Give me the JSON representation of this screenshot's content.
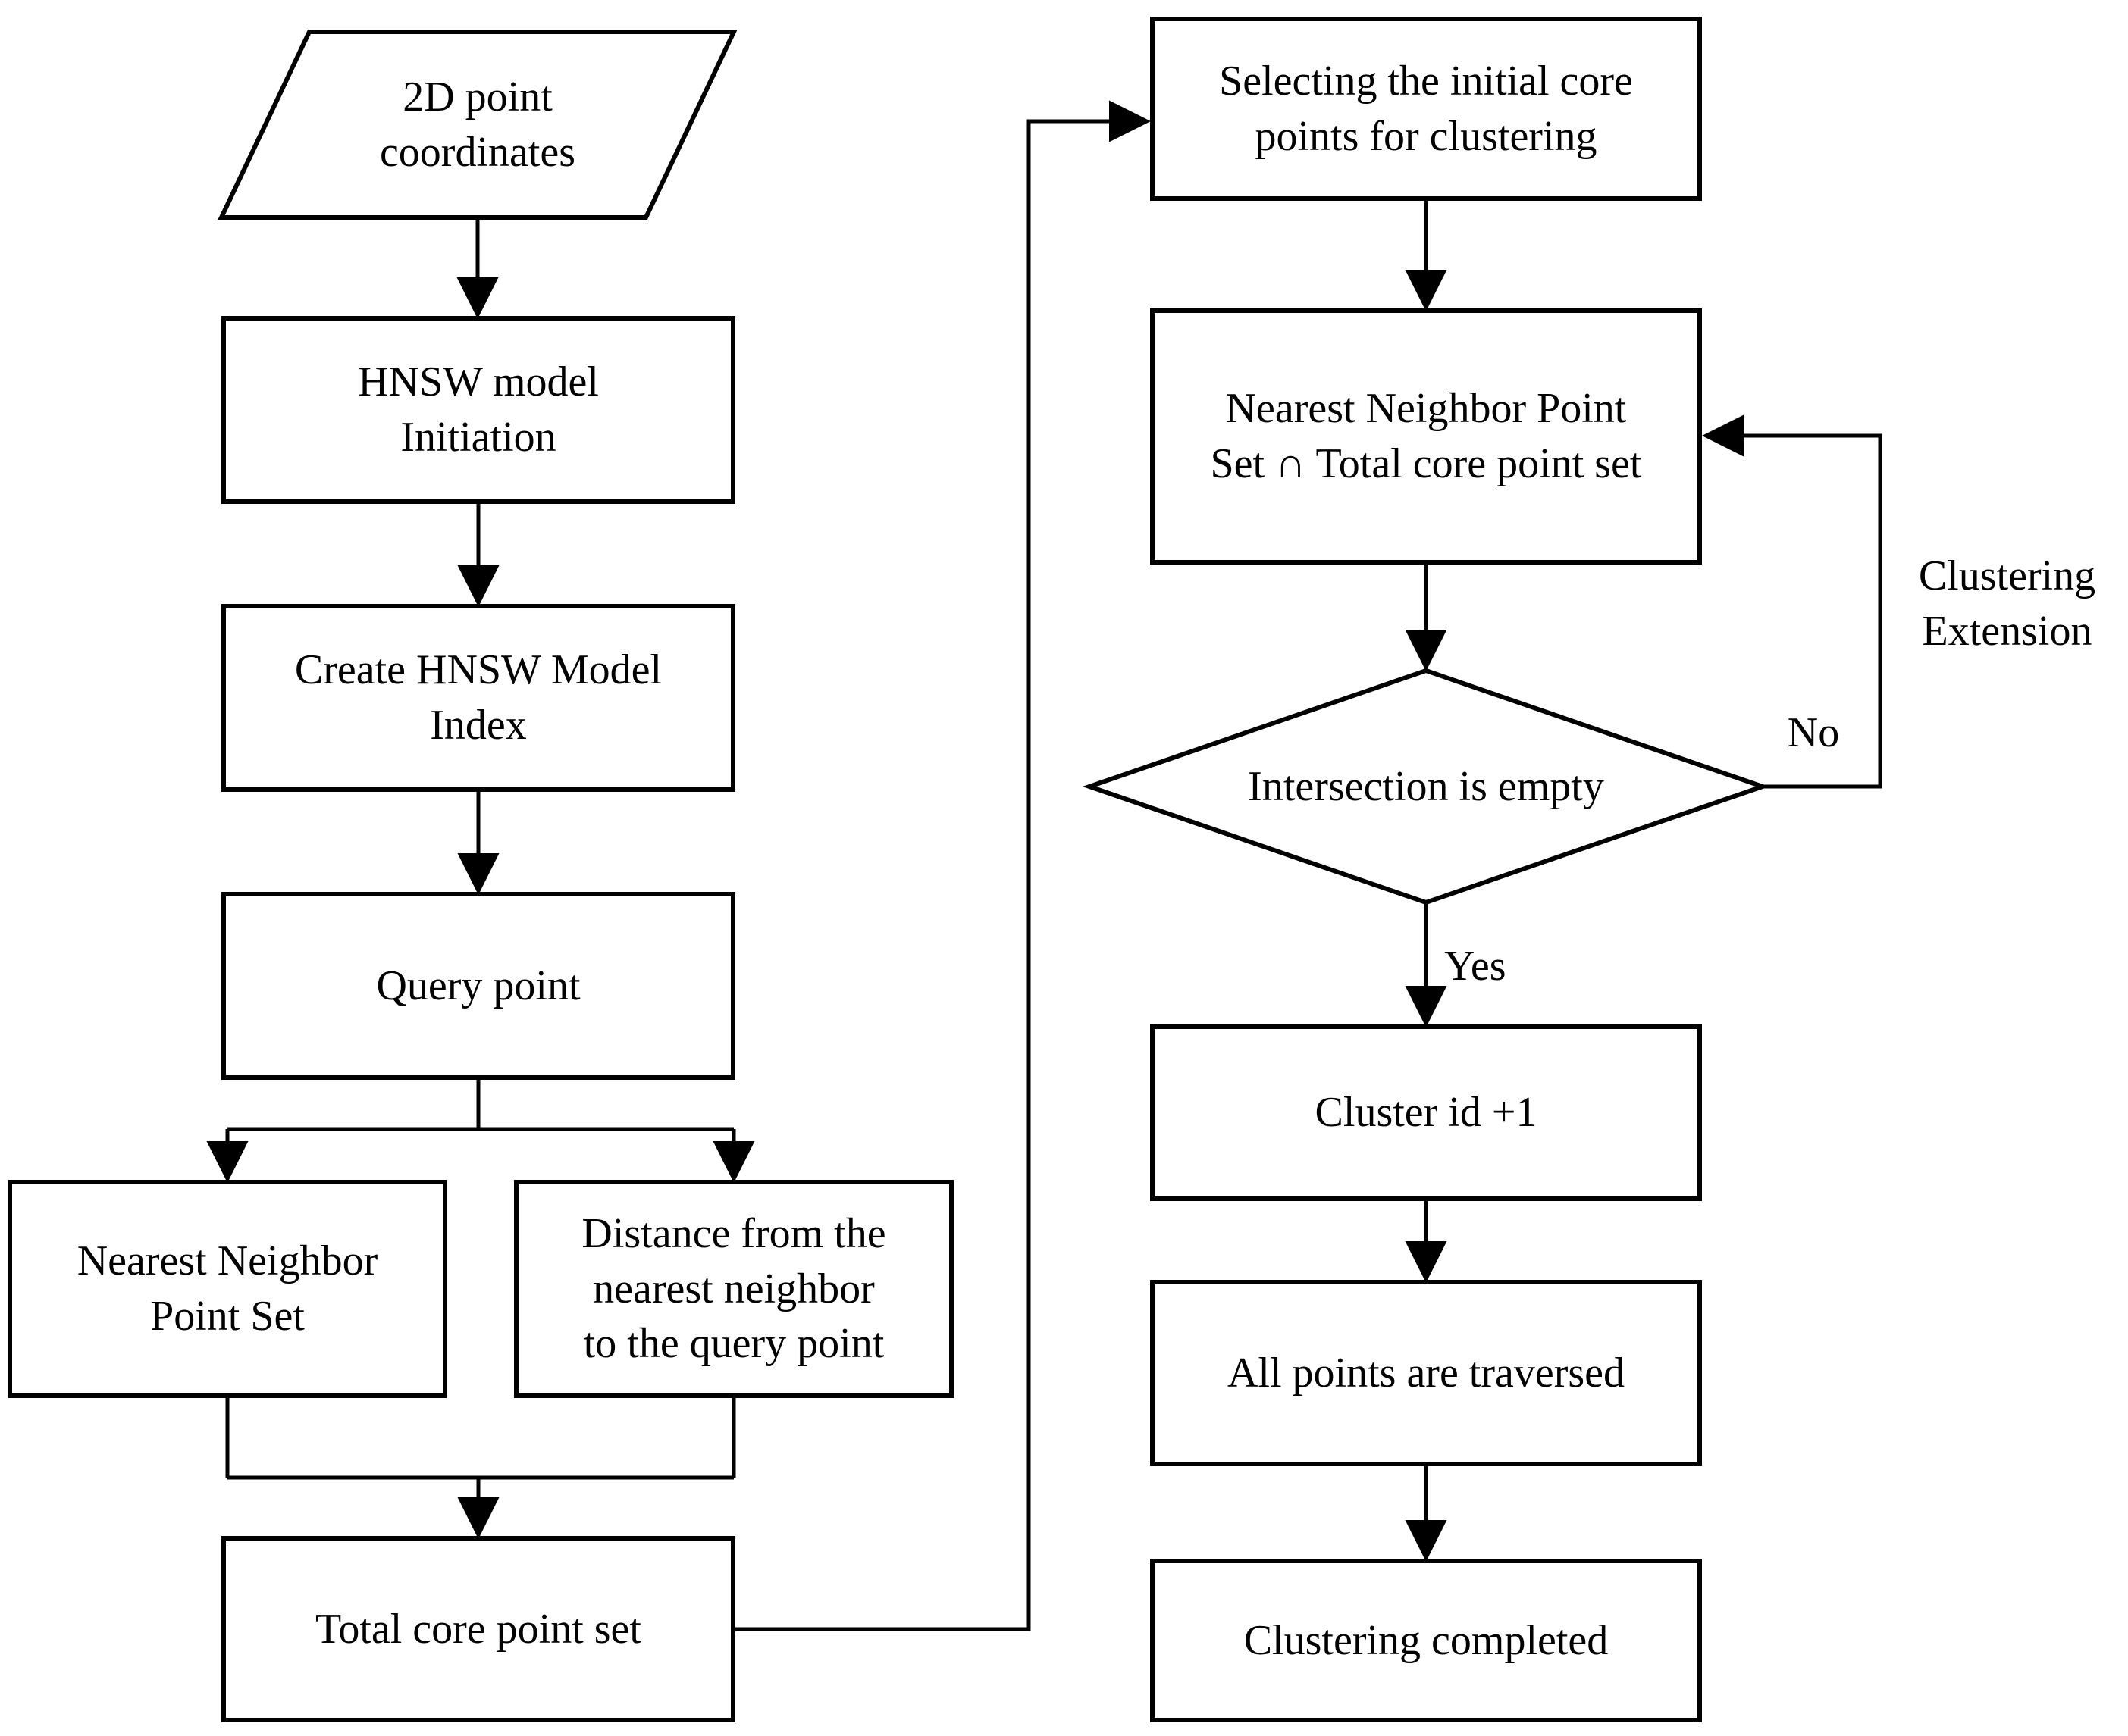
{
  "figure": {
    "type": "flowchart",
    "colors": {
      "stroke": "#000000",
      "background": "#ffffff",
      "text": "#000000"
    },
    "nodes": {
      "input_coords": {
        "shape": "parallelogram",
        "label": "2D point\ncoordinates"
      },
      "hnsw_init": {
        "shape": "rect",
        "label": "HNSW model\nInitiation"
      },
      "create_index": {
        "shape": "rect",
        "label": "Create HNSW Model\nIndex"
      },
      "query_point": {
        "shape": "rect",
        "label": "Query point"
      },
      "nn_point_set": {
        "shape": "rect",
        "label": "Nearest Neighbor\nPoint Set"
      },
      "nn_distance": {
        "shape": "rect",
        "label": "Distance from the\nnearest neighbor\nto the query point"
      },
      "total_core_set": {
        "shape": "rect",
        "label": "Total core point set"
      },
      "select_initial": {
        "shape": "rect",
        "label": "Selecting the initial core\npoints for clustering"
      },
      "intersection_op": {
        "shape": "rect",
        "label": "Nearest Neighbor Point\nSet ∩ Total core point set"
      },
      "decision_empty": {
        "shape": "diamond",
        "label": "Intersection is empty"
      },
      "cluster_id": {
        "shape": "rect",
        "label": "Cluster id +1"
      },
      "all_traversed": {
        "shape": "rect",
        "label": "All points are traversed"
      },
      "completed": {
        "shape": "rect",
        "label": "Clustering completed"
      }
    },
    "edge_labels": {
      "yes": "Yes",
      "no": "No",
      "clustering_extension": "Clustering\nExtension"
    }
  }
}
